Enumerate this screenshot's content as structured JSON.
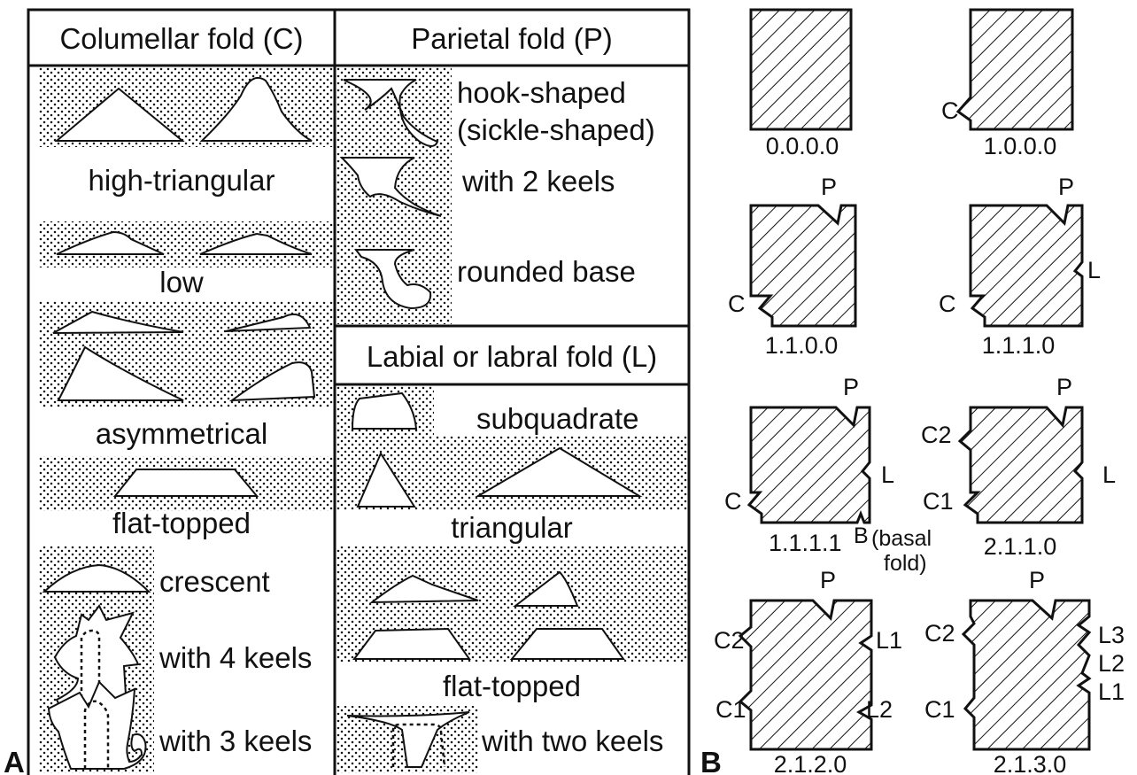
{
  "panel_a": {
    "label": "A",
    "columellar": {
      "header": "Columellar fold (C)",
      "types": {
        "high_triangular": "high-triangular",
        "low": "low",
        "asymmetrical": "asymmetrical",
        "flat_topped": "flat-topped",
        "crescent": "crescent",
        "four_keels": "with 4 keels",
        "three_keels": "with 3 keels"
      }
    },
    "parietal": {
      "header": "Parietal fold (P)",
      "types": {
        "hook_1": "hook-shaped",
        "hook_2": "(sickle-shaped)",
        "two_keels": "with 2 keels",
        "rounded_base": "rounded base"
      }
    },
    "labial": {
      "header": "Labial or labral fold (L)",
      "types": {
        "subquadrate": "subquadrate",
        "triangular": "triangular",
        "flat_topped": "flat-topped",
        "two_keels": "with two keels"
      }
    }
  },
  "panel_b": {
    "label": "B",
    "formulas": [
      "0.0.0.0",
      "1.0.0.0",
      "1.1.0.0",
      "1.1.1.0",
      "1.1.1.1",
      "2.1.1.0",
      "2.1.2.0",
      "2.1.3.0"
    ],
    "fold_letters": {
      "C": "C",
      "P": "P",
      "L": "L",
      "B": "B",
      "C1": "C1",
      "C2": "C2",
      "L1": "L1",
      "L2": "L2",
      "L3": "L3"
    },
    "basal_note_1": "(basal",
    "basal_note_2": "fold)"
  },
  "colors": {
    "ink": "#111111",
    "stipple": "#111111",
    "background": "#ffffff"
  }
}
